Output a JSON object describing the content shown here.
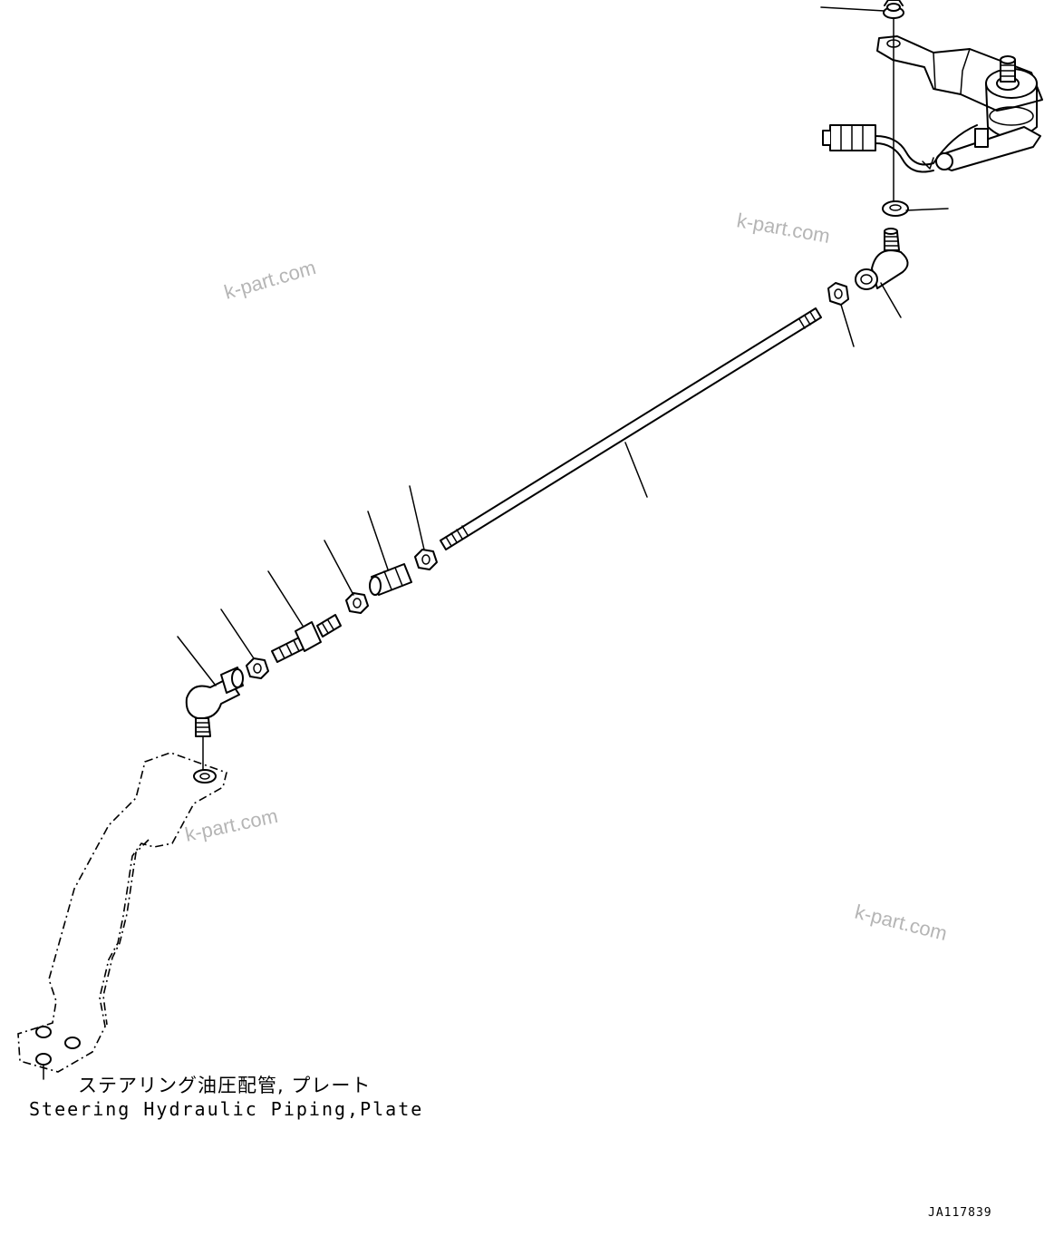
{
  "watermark": "k-part.com",
  "caption": {
    "japanese": "ステアリング油圧配管, プレート",
    "english": "Steering Hydraulic Piping,Plate"
  },
  "drawing_code": "JA117839"
}
